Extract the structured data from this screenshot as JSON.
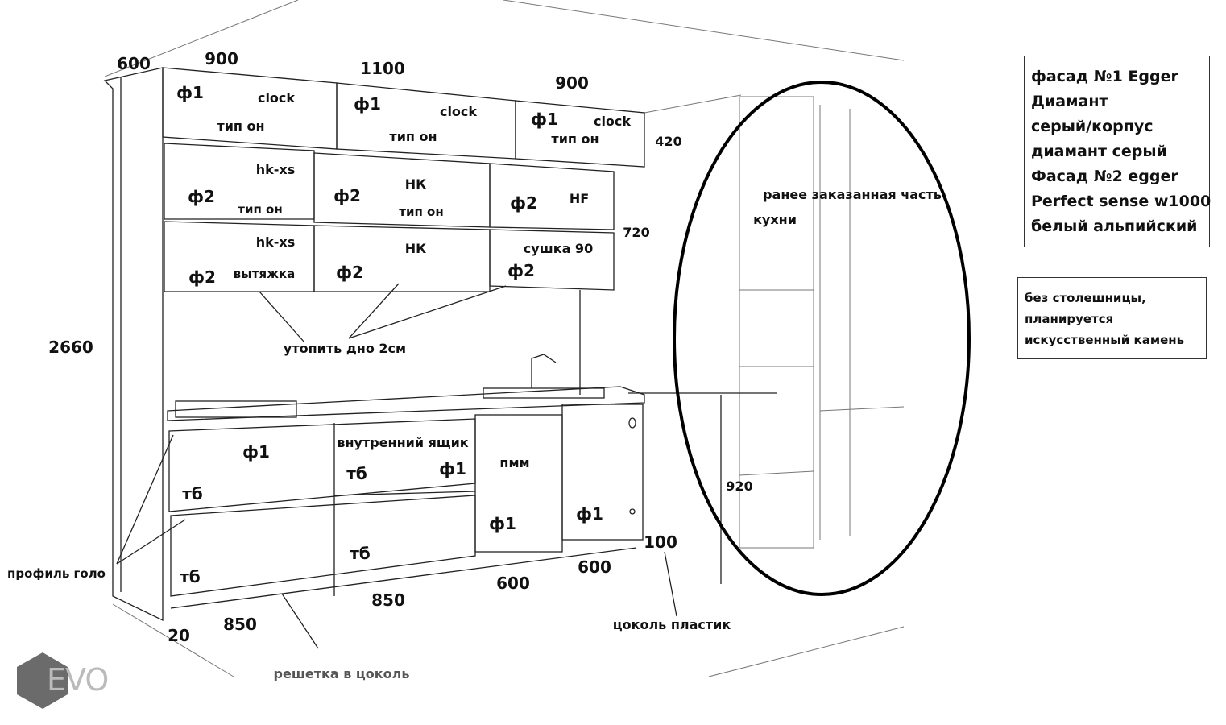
{
  "dimensions": {
    "depth_top": "600",
    "w1": "900",
    "w2": "1100",
    "w3": "900",
    "h_top": "420",
    "h_mid": "720",
    "total_h": "2660",
    "h_base": "920",
    "plinth": "100",
    "b_600a": "600",
    "b_600b": "600",
    "b_850a": "850",
    "b_850b": "850",
    "side": "20"
  },
  "upper": [
    {
      "facade": "ф1",
      "mech": "clock",
      "type": "тип он"
    },
    {
      "facade": "ф1",
      "mech": "clock",
      "type": "тип он"
    },
    {
      "facade": "ф1",
      "mech": "clock",
      "type": "тип он"
    }
  ],
  "middle": [
    {
      "mech": "hk-xs",
      "facade": "ф2",
      "type": "тип он"
    },
    {
      "mech": "НК",
      "facade": "ф2",
      "type": "тип он"
    },
    {
      "facade": "ф2",
      "mech": "HF"
    }
  ],
  "lower_wall": [
    {
      "mech": "hk-xs",
      "facade": "ф2",
      "note": "вытяжка"
    },
    {
      "mech": "НК",
      "facade": "ф2"
    },
    {
      "note": "сушка 90",
      "facade": "ф2"
    }
  ],
  "base": {
    "f1a": "ф1",
    "tb1": "тб",
    "inner": "внутренний ящик",
    "tb2": "тб",
    "f1b": "ф1",
    "dw": "пмм",
    "f1c": "ф1",
    "f1d": "ф1",
    "tb3": "тб",
    "tb4": "тб"
  },
  "annotations": {
    "recess": "утопить дно 2см",
    "profile": "профиль голо",
    "plinth": "цоколь пластик",
    "grille": "решетка в цоколь",
    "prev1": "ранее заказанная часть",
    "prev2": "кухни"
  },
  "legend": [
    "фасад №1 Egger",
    "Диамант",
    "серый/корпус",
    "диамант серый",
    "Фасад №2 egger",
    "Perfect sense w1000",
    "белый альпийский"
  ],
  "note": [
    "без столешницы,",
    "планируется",
    "искусственный камень"
  ],
  "logo": "EVO"
}
